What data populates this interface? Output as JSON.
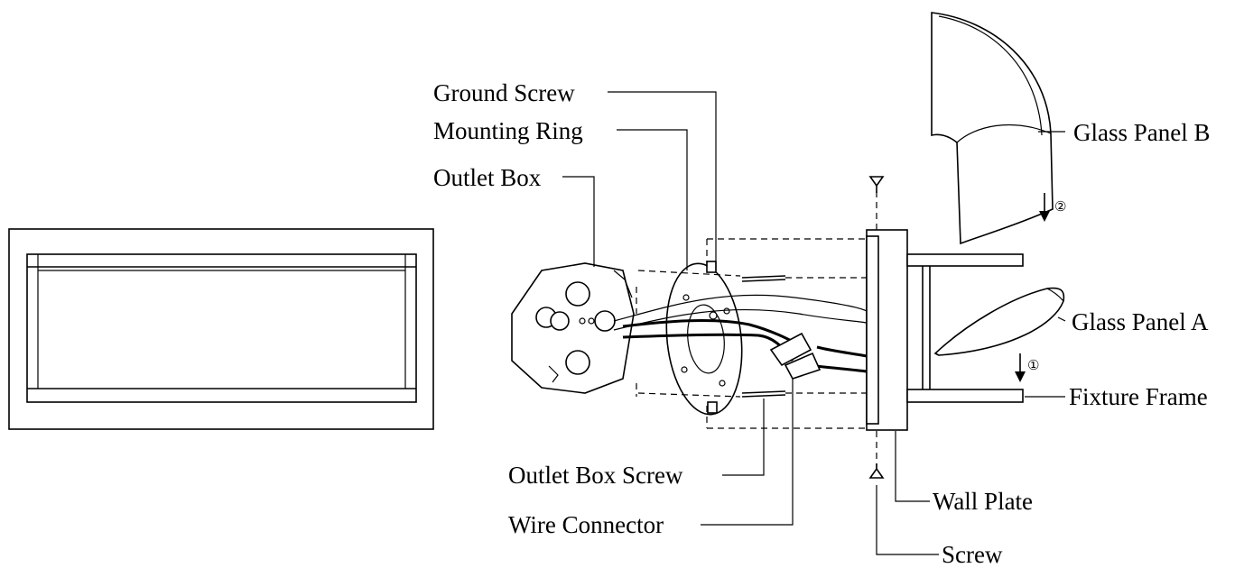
{
  "labels": {
    "ground_screw": "Ground Screw",
    "mounting_ring": "Mounting Ring",
    "outlet_box": "Outlet Box",
    "glass_panel_b": "Glass Panel B",
    "glass_panel_a": "Glass Panel A",
    "fixture_frame": "Fixture Frame",
    "outlet_box_screw": "Outlet Box Screw",
    "wire_connector": "Wire Connector",
    "wall_plate": "Wall Plate",
    "screw": "Screw"
  },
  "step_markers": {
    "step_1": "①",
    "step_2": "②"
  }
}
